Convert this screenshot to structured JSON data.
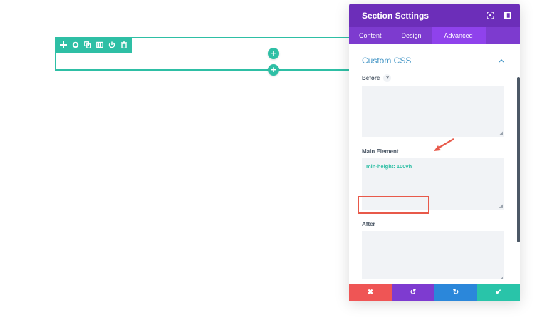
{
  "canvas": {
    "section_toolbar": {
      "icons": [
        "move-icon",
        "gear-icon",
        "duplicate-icon",
        "columns-icon",
        "power-icon",
        "trash-icon"
      ]
    },
    "add_row_label": "+",
    "add_section_label": "+"
  },
  "panel": {
    "title": "Section Settings",
    "header_icons": [
      "fullscreen-icon",
      "sidebar-toggle-icon"
    ],
    "tabs": [
      {
        "label": "Content",
        "active": false
      },
      {
        "label": "Design",
        "active": false
      },
      {
        "label": "Advanced",
        "active": true
      }
    ],
    "group": {
      "title": "Custom CSS",
      "expanded": true
    },
    "fields": [
      {
        "label": "Before",
        "help": "?",
        "value": ""
      },
      {
        "label": "Main Element",
        "value": "min-height: 100vh"
      },
      {
        "label": "After",
        "value": ""
      }
    ],
    "footer": {
      "cancel": "✖",
      "undo": "↺",
      "redo": "↻",
      "save": "✔"
    }
  },
  "colors": {
    "teal": "#2ebfa5",
    "purple_header": "#6c2eb9",
    "purple_tabs": "#7d3bcf",
    "purple_active_tab": "#8f42ec",
    "cancel_red": "#ef5555",
    "undo_purple": "#7e3bd0",
    "redo_blue": "#2b87da",
    "save_teal": "#29c4a9",
    "annotation_red": "#e8594a"
  }
}
